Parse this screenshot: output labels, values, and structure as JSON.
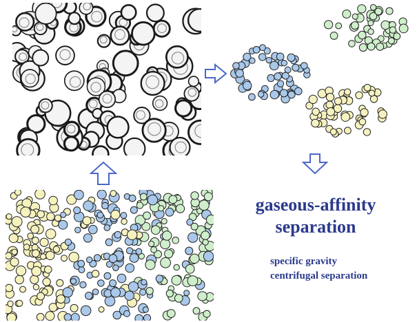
{
  "diagram": {
    "title_line1": "gaseous-affinity",
    "title_line2": "separation",
    "note_line1": "specific gravity",
    "note_line2": "centrifugal separation"
  },
  "colors": {
    "blue_particle": "#a9c8ea",
    "green_particle": "#cfeecb",
    "yellow_particle": "#f6f2bf",
    "outline": "#222222",
    "text": "#2b3a8c",
    "arrow": "#4a67c8"
  },
  "icons": {
    "arrow_right": "hollow-arrow-right",
    "arrow_up": "hollow-arrow-up",
    "arrow_down": "hollow-arrow-down"
  }
}
